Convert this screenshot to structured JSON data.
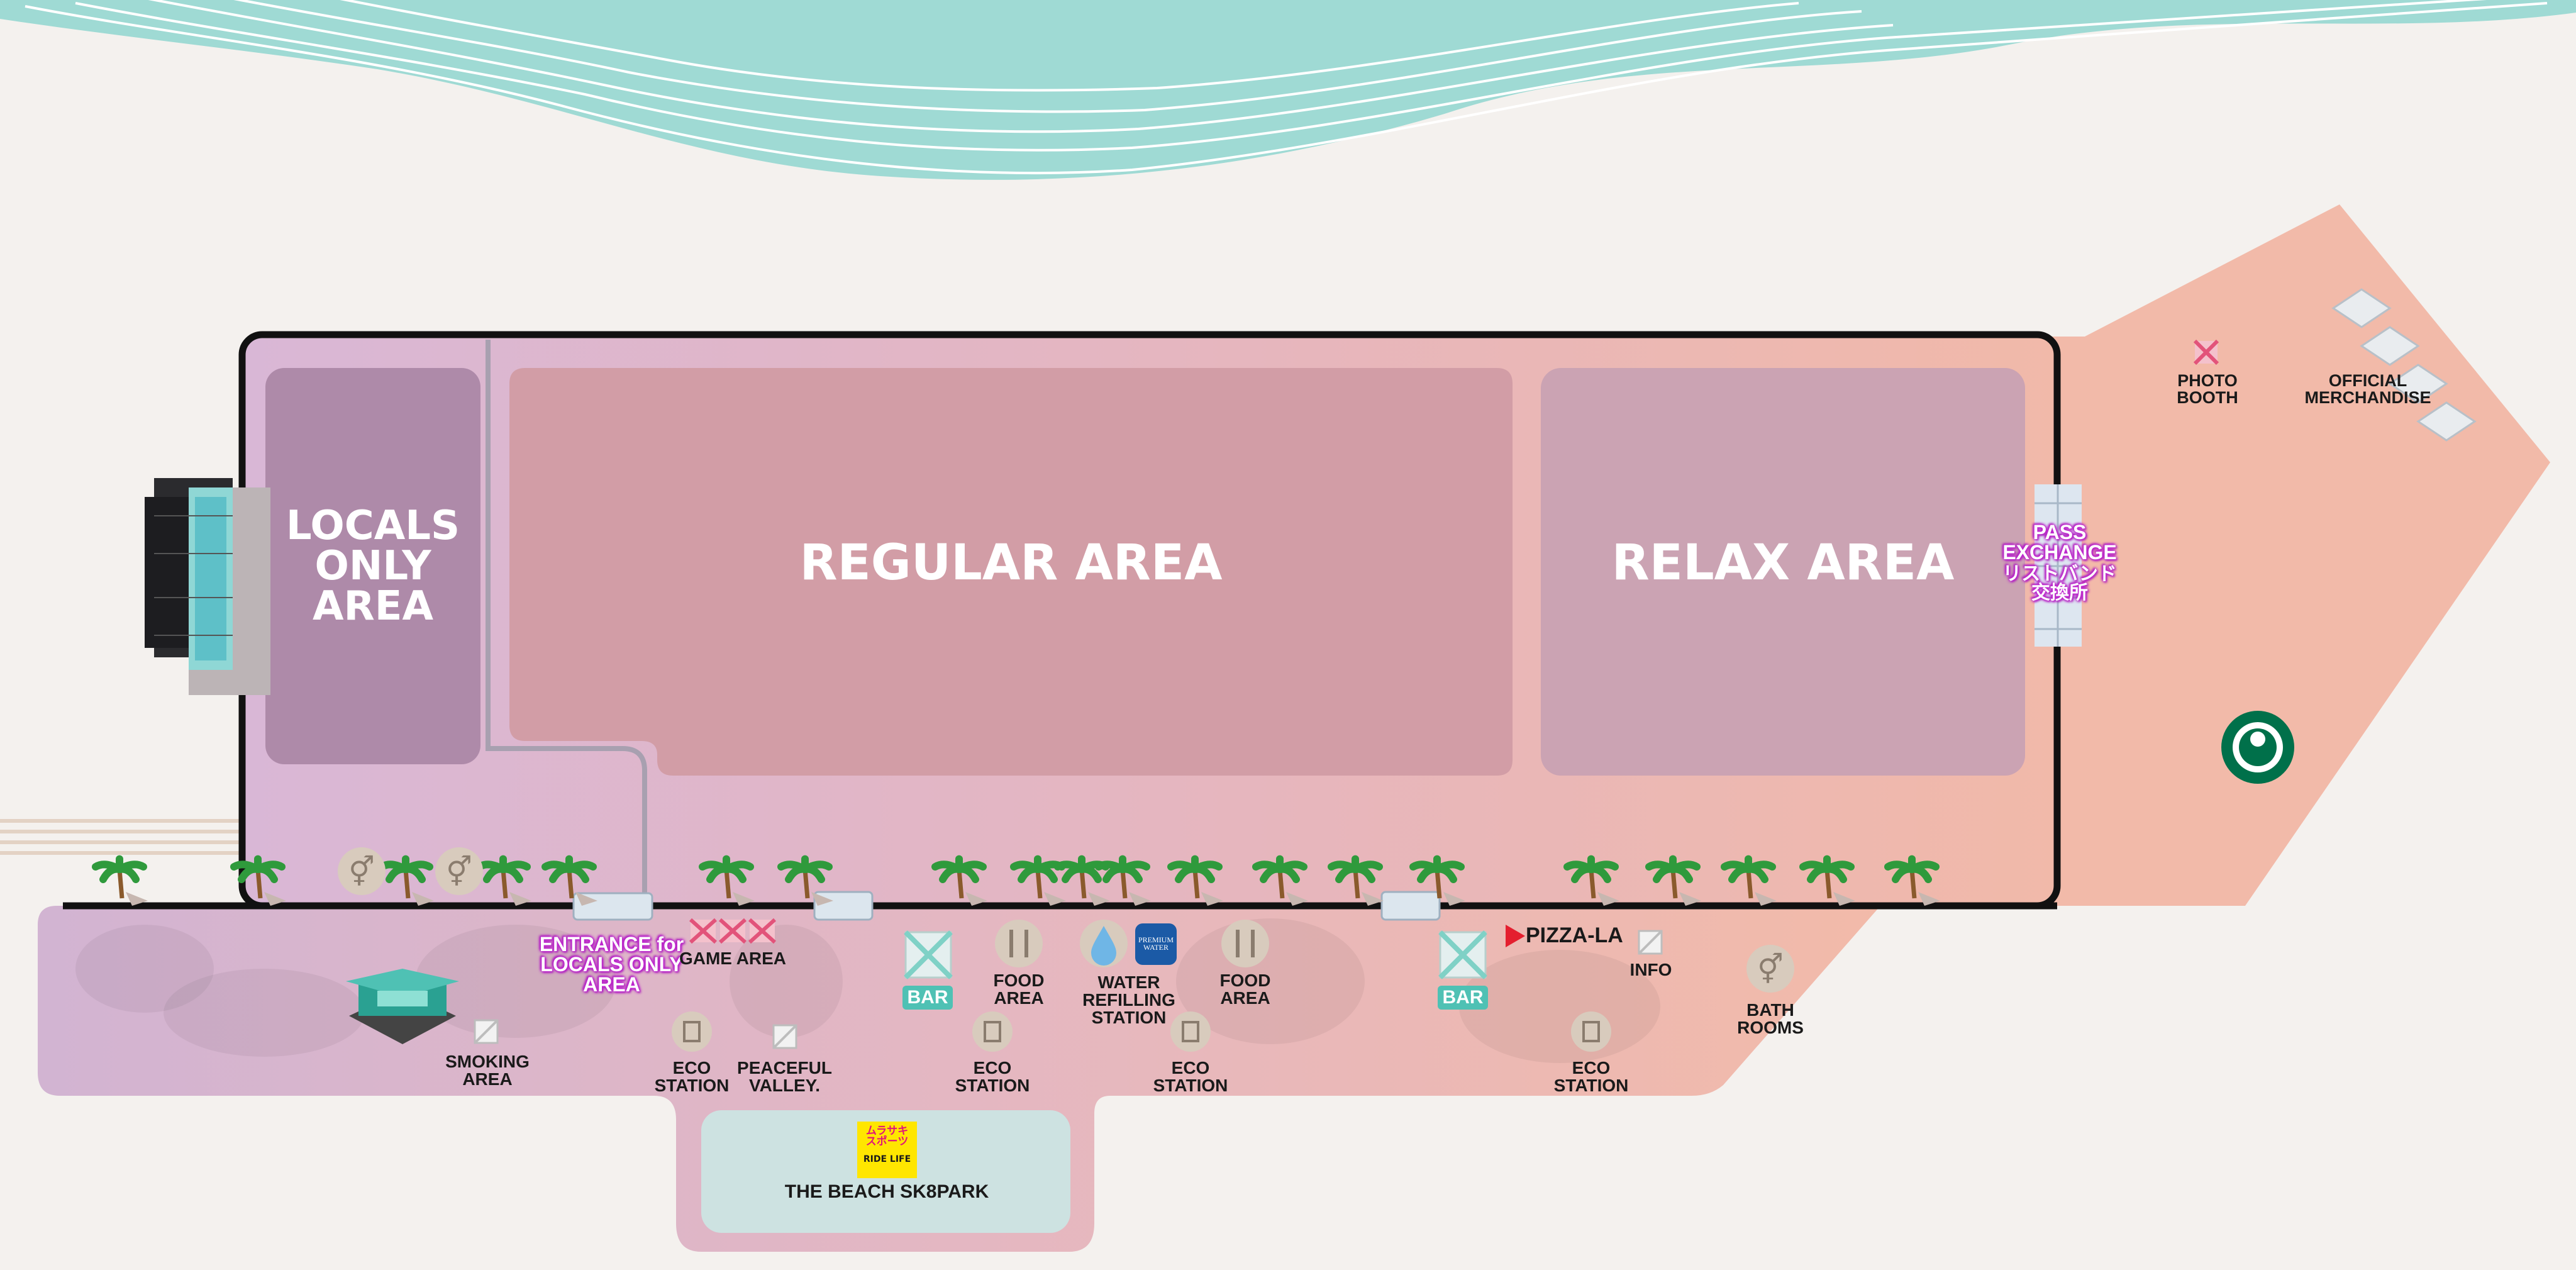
{
  "map": {
    "areas": {
      "locals_only": "LOCALS\nONLY\nAREA",
      "regular": "REGULAR AREA",
      "relax": "RELAX AREA"
    },
    "pass_exchange": {
      "en_1": "PASS",
      "en_2": "EXCHANGE",
      "jp_1": "リストバンド",
      "jp_2": "交換所"
    },
    "entrance": {
      "line1": "ENTRANCE for",
      "line2": "LOCALS ONLY",
      "line3": "AREA"
    },
    "facilities": {
      "photo_booth_1": "PHOTO",
      "photo_booth_2": "BOOTH",
      "merch_1": "OFFICIAL",
      "merch_2": "MERCHANDISE",
      "game_area": "GAME AREA",
      "bar_1": "BAR",
      "bar_2": "BAR",
      "food_1a": "FOOD",
      "food_1b": "AREA",
      "food_2a": "FOOD",
      "food_2b": "AREA",
      "water_1": "WATER",
      "water_2": "REFILLING",
      "water_3": "STATION",
      "premium_water_1": "PREMIUM",
      "premium_water_2": "WATER",
      "pizza_la": "PIZZA-LA",
      "info": "INFO",
      "bath_1": "BATH",
      "bath_2": "ROOMS",
      "smoking_1": "SMOKING",
      "smoking_2": "AREA",
      "eco_a": "ECO",
      "eco_b": "STATION",
      "peaceful_1": "PEACEFUL",
      "peaceful_2": "VALLEY.",
      "sk8park": "THE BEACH SK8PARK",
      "murasaki_1": "ムラサキ",
      "murasaki_2": "スポーツ",
      "murasaki_3": "RIDE LIFE"
    },
    "colors": {
      "sea": "#9fdad4",
      "sand": "#f4f1ee",
      "locals_area": "#ae8aa9",
      "regular_area": "#d29da6",
      "relax_area": "#cba3b3",
      "accent_magenta": "#c02ad0",
      "bar_teal": "#4fc1b4",
      "sk8park_bg": "#cde2e1"
    }
  }
}
